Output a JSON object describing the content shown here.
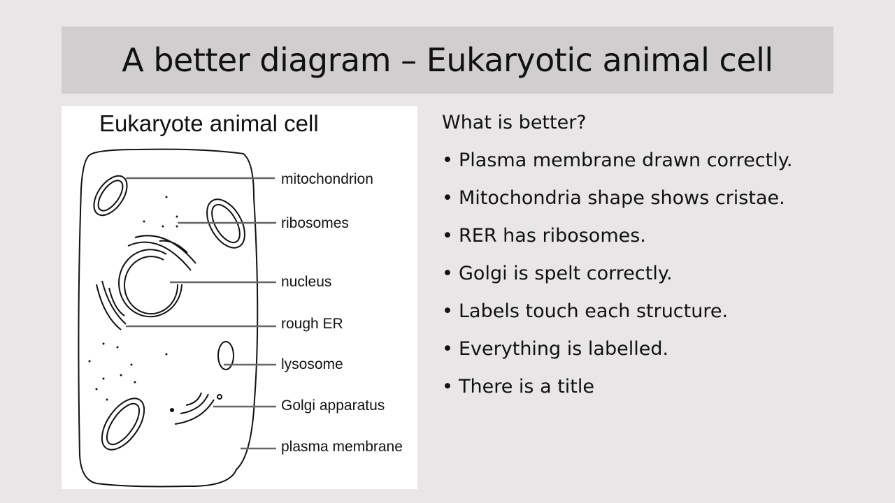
{
  "slide": {
    "title": "A better diagram – Eukaryotic animal cell"
  },
  "figure": {
    "title": "Eukaryote animal cell",
    "labels": [
      "mitochondrion",
      "ribosomes",
      "nucleus",
      "rough ER",
      "lysosome",
      "Golgi apparatus",
      "plasma membrane"
    ]
  },
  "notes": {
    "question": "What is better?",
    "bullet_glyph": "•",
    "points": [
      "Plasma membrane drawn correctly.",
      "Mitochondria shape shows cristae.",
      "RER has ribosomes.",
      "Golgi is spelt correctly.",
      "Labels touch each structure.",
      "Everything is labelled.",
      "There is a title"
    ]
  }
}
